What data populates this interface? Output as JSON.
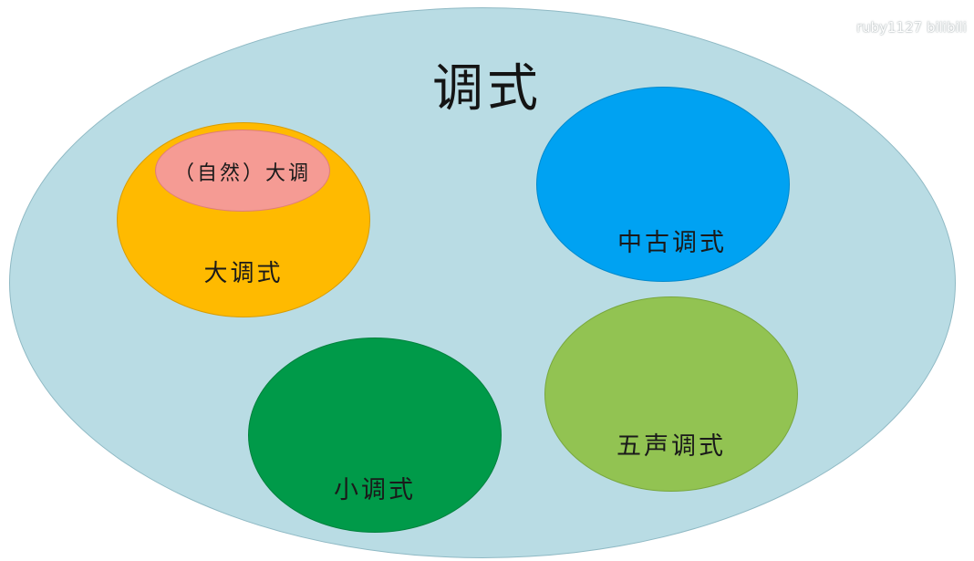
{
  "diagram": {
    "title": "调式",
    "groups": [
      {
        "label": "大调式",
        "color": "#ffba00",
        "children": [
          {
            "label": "（自然）大调",
            "color": "#f59b94"
          }
        ]
      },
      {
        "label": "中古调式",
        "color": "#00a2f2"
      },
      {
        "label": "小调式",
        "color": "#009a49"
      },
      {
        "label": "五声调式",
        "color": "#92c352"
      }
    ],
    "background_color": "#b9dce4"
  },
  "watermark": "ruby1127 bilibili"
}
